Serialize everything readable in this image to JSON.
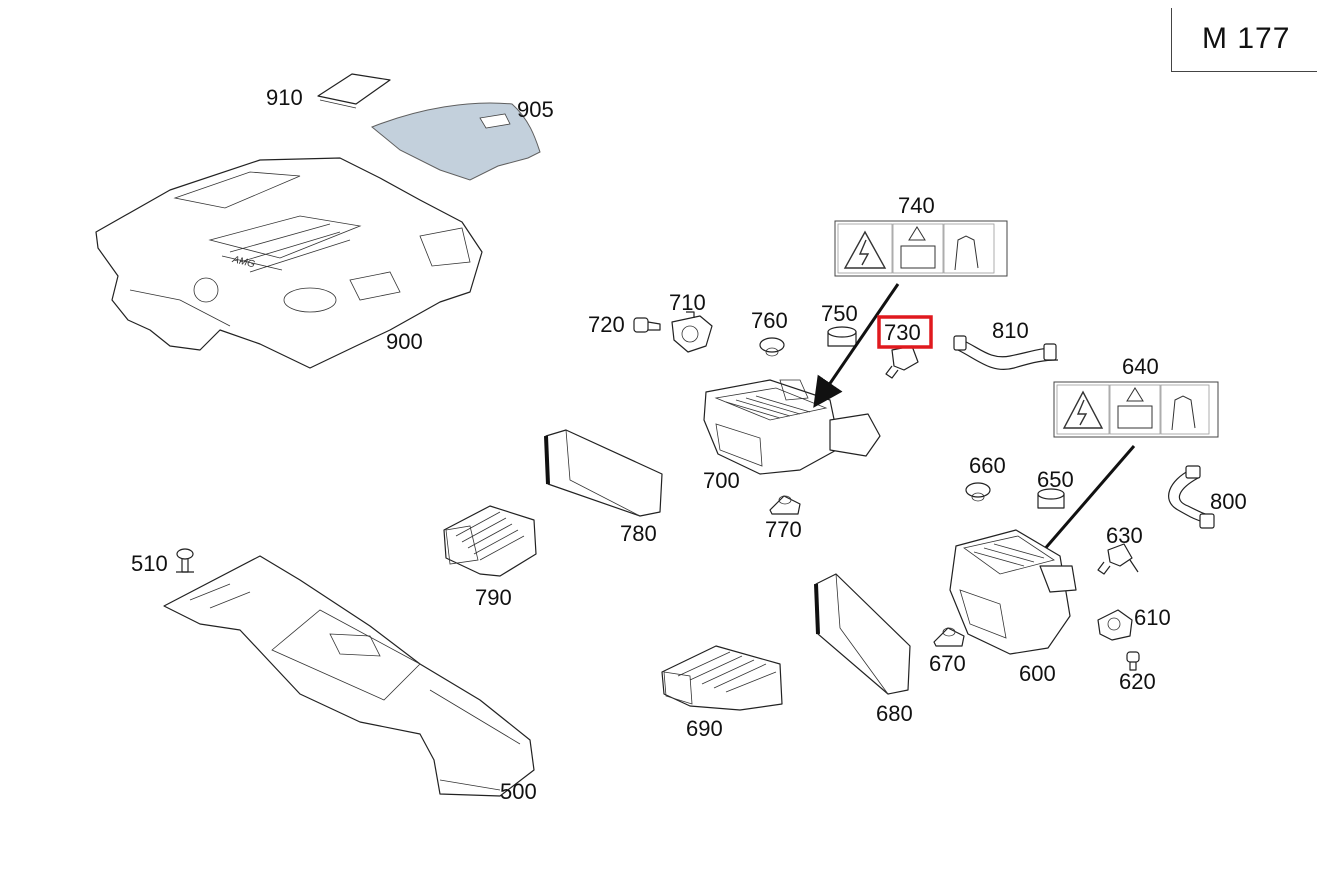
{
  "diagram": {
    "engine_code": "M 177",
    "highlight_color": "#e0191e",
    "cover_tint": "#b9c8d6",
    "labels": {
      "p910": "910",
      "p905": "905",
      "p900": "900",
      "p740": "740",
      "p720": "720",
      "p710": "710",
      "p760": "760",
      "p750": "750",
      "p730": "730",
      "p810": "810",
      "p640": "640",
      "p700": "700",
      "p660": "660",
      "p650": "650",
      "p800": "800",
      "p780": "780",
      "p770": "770",
      "p630": "630",
      "p510": "510",
      "p790": "790",
      "p610": "610",
      "p670": "670",
      "p600": "600",
      "p620": "620",
      "p690": "690",
      "p680": "680",
      "p500": "500"
    },
    "highlighted_part": "730"
  }
}
